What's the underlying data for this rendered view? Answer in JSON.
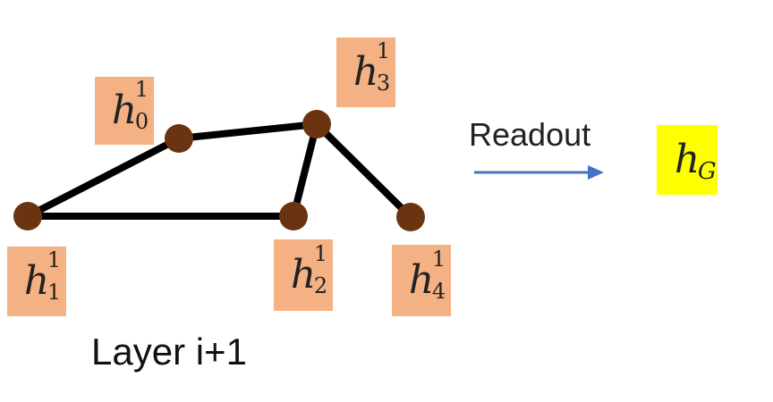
{
  "graph": {
    "nodes": [
      {
        "id": "h0",
        "base": "h",
        "sup": "1",
        "sub": "0"
      },
      {
        "id": "h1",
        "base": "h",
        "sup": "1",
        "sub": "1"
      },
      {
        "id": "h2",
        "base": "h",
        "sup": "1",
        "sub": "2"
      },
      {
        "id": "h3",
        "base": "h",
        "sup": "1",
        "sub": "3"
      },
      {
        "id": "h4",
        "base": "h",
        "sup": "1",
        "sub": "4"
      }
    ],
    "edges": [
      [
        "h1",
        "h0"
      ],
      [
        "h0",
        "h3"
      ],
      [
        "h1",
        "h2"
      ],
      [
        "h2",
        "h3"
      ],
      [
        "h3",
        "h4"
      ]
    ],
    "node_color": "#6b3410",
    "edge_color": "#000000",
    "label_bg": "#f4b183"
  },
  "readout": {
    "label": "Readout",
    "arrow_color": "#4472c4"
  },
  "graph_embedding": {
    "base": "h",
    "sub": "G",
    "bg": "#ffff00"
  },
  "caption": "Layer i+1"
}
